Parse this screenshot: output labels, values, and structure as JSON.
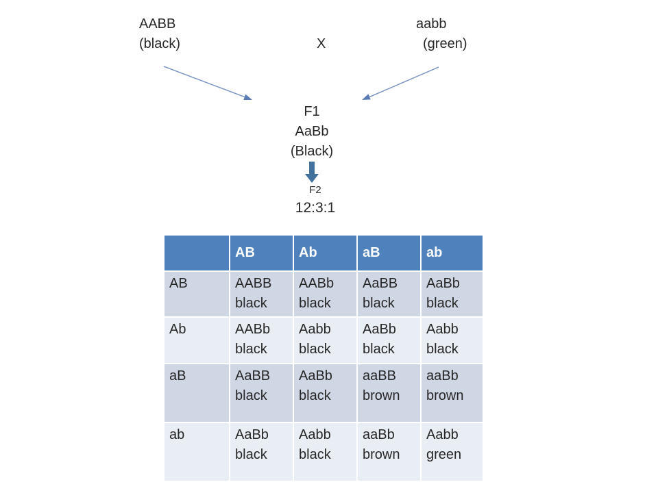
{
  "colors": {
    "background": "#FFFFFF",
    "text": "#262626",
    "header_bg": "#4F81BD",
    "header_text": "#FFFFFF",
    "row_odd": "#CFD6E4",
    "row_even": "#E9EDF4",
    "arrow_line": "#7E96C4",
    "arrow_head": "#5B7BB4",
    "down_arrow": "#41719C"
  },
  "cross": {
    "parent_left": {
      "genotype": "AABB",
      "phenotype": "(black)"
    },
    "cross_symbol": "X",
    "parent_right": {
      "genotype": "aabb",
      "phenotype": "(green)"
    },
    "f1": {
      "label": "F1",
      "genotype": "AaBb",
      "phenotype": "(Black)"
    },
    "f2_label": "F2",
    "f2_ratio": "12:3:1"
  },
  "punnett_table": {
    "corner": "",
    "col_headers": [
      "AB",
      "Ab",
      "aB",
      "ab"
    ],
    "rows": [
      {
        "header": "AB",
        "cells": [
          {
            "genotype": "AABB",
            "phenotype": "black"
          },
          {
            "genotype": "AABb",
            "phenotype": "black"
          },
          {
            "genotype": "AaBB",
            "phenotype": "black"
          },
          {
            "genotype": "AaBb",
            "phenotype": "black"
          }
        ]
      },
      {
        "header": "Ab",
        "cells": [
          {
            "genotype": "AABb",
            "phenotype": "black"
          },
          {
            "genotype": "Aabb",
            "phenotype": "black"
          },
          {
            "genotype": "AaBb",
            "phenotype": "black"
          },
          {
            "genotype": "Aabb",
            "phenotype": "black"
          }
        ]
      },
      {
        "header": "aB",
        "cells": [
          {
            "genotype": "AaBB",
            "phenotype": "black"
          },
          {
            "genotype": "AaBb",
            "phenotype": "black"
          },
          {
            "genotype": "aaBB",
            "phenotype": "brown"
          },
          {
            "genotype": "aaBb",
            "phenotype": "brown"
          }
        ]
      },
      {
        "header": "ab",
        "cells": [
          {
            "genotype": "AaBb",
            "phenotype": "black"
          },
          {
            "genotype": "Aabb",
            "phenotype": "black"
          },
          {
            "genotype": "aaBb",
            "phenotype": "brown"
          },
          {
            "genotype": "Aabb",
            "phenotype": "green"
          }
        ]
      }
    ]
  }
}
